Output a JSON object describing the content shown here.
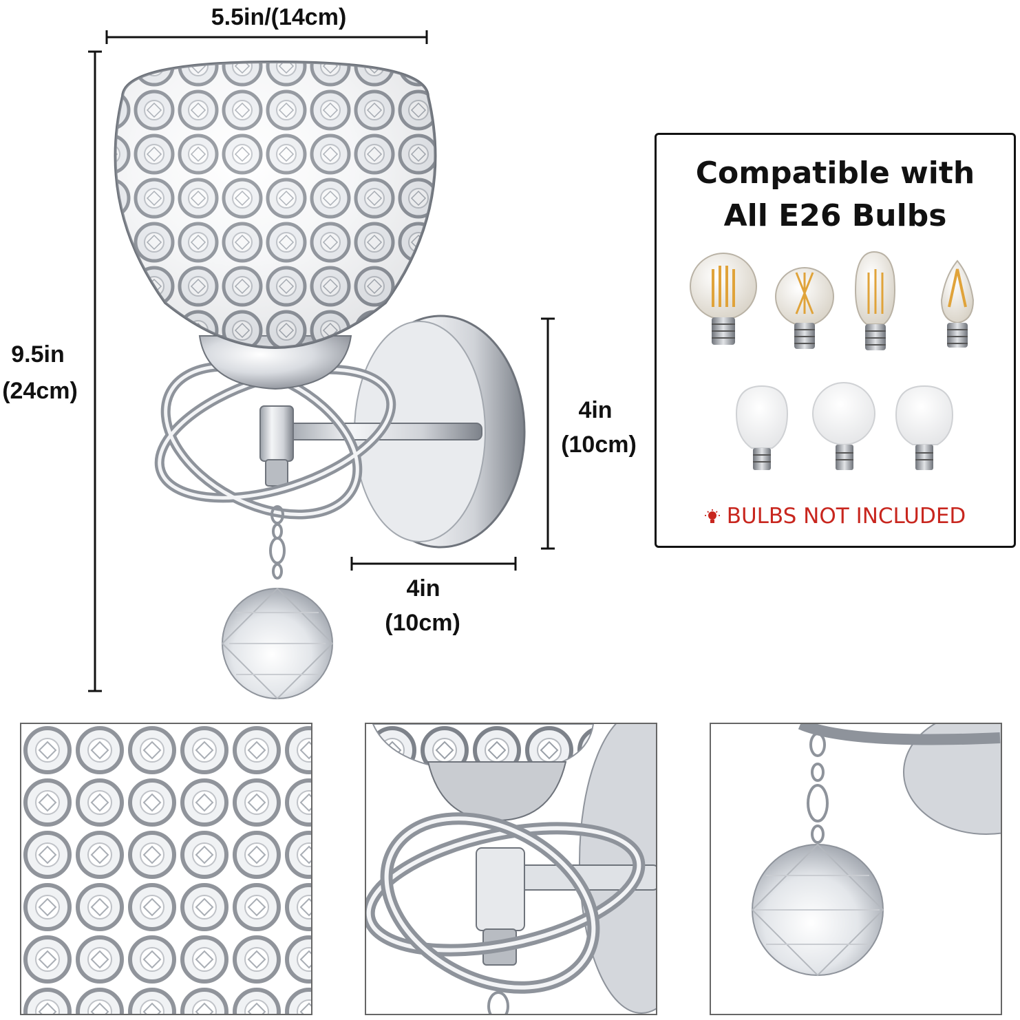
{
  "dimensions": {
    "width_label": "5.5in/(14cm)",
    "height_label_in": "9.5in",
    "height_label_cm": "(24cm)",
    "plate_height_in": "4in",
    "plate_height_cm": "(10cm)",
    "plate_width_in": "4in",
    "plate_width_cm": "(10cm)"
  },
  "compat": {
    "title_line1": "Compatible with",
    "title_line2": "All E26 Bulbs",
    "warning": "BULBS NOT INCLUDED",
    "warning_icon": "bulb-alert-icon",
    "warning_color": "#c8261e"
  },
  "colors": {
    "chrome": "#c9ccd1",
    "filament": "#e0a33a"
  }
}
